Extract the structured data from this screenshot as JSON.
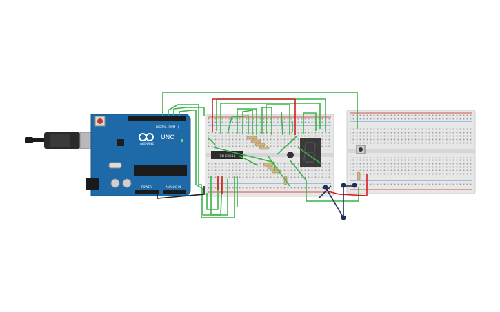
{
  "circuit": {
    "arduino": {
      "logo_text": "ARDUINO",
      "model_text": "UNO",
      "digital_header_label": "DIGITAL (PWM~)",
      "power_label": "POWER",
      "analog_label": "ANALOG IN",
      "board_color": "#1e6aa8",
      "logo_color": "#22b3c4"
    },
    "ic_chip": {
      "label": "74HC4511",
      "color": "#2b2b2b"
    },
    "seven_segment": {
      "color": "#3a3a3a",
      "segment_off_color": "#4a4a4a"
    },
    "pushbutton": {
      "icon": "pushbutton-icon"
    },
    "wire_colors": {
      "signal": "#3bb34a",
      "power": "#d22020",
      "ground": "#1f2f5a",
      "black": "#1a1a1a"
    },
    "breadboard_color": "#e7e7e7",
    "resistor_color": "#d9b97a"
  }
}
